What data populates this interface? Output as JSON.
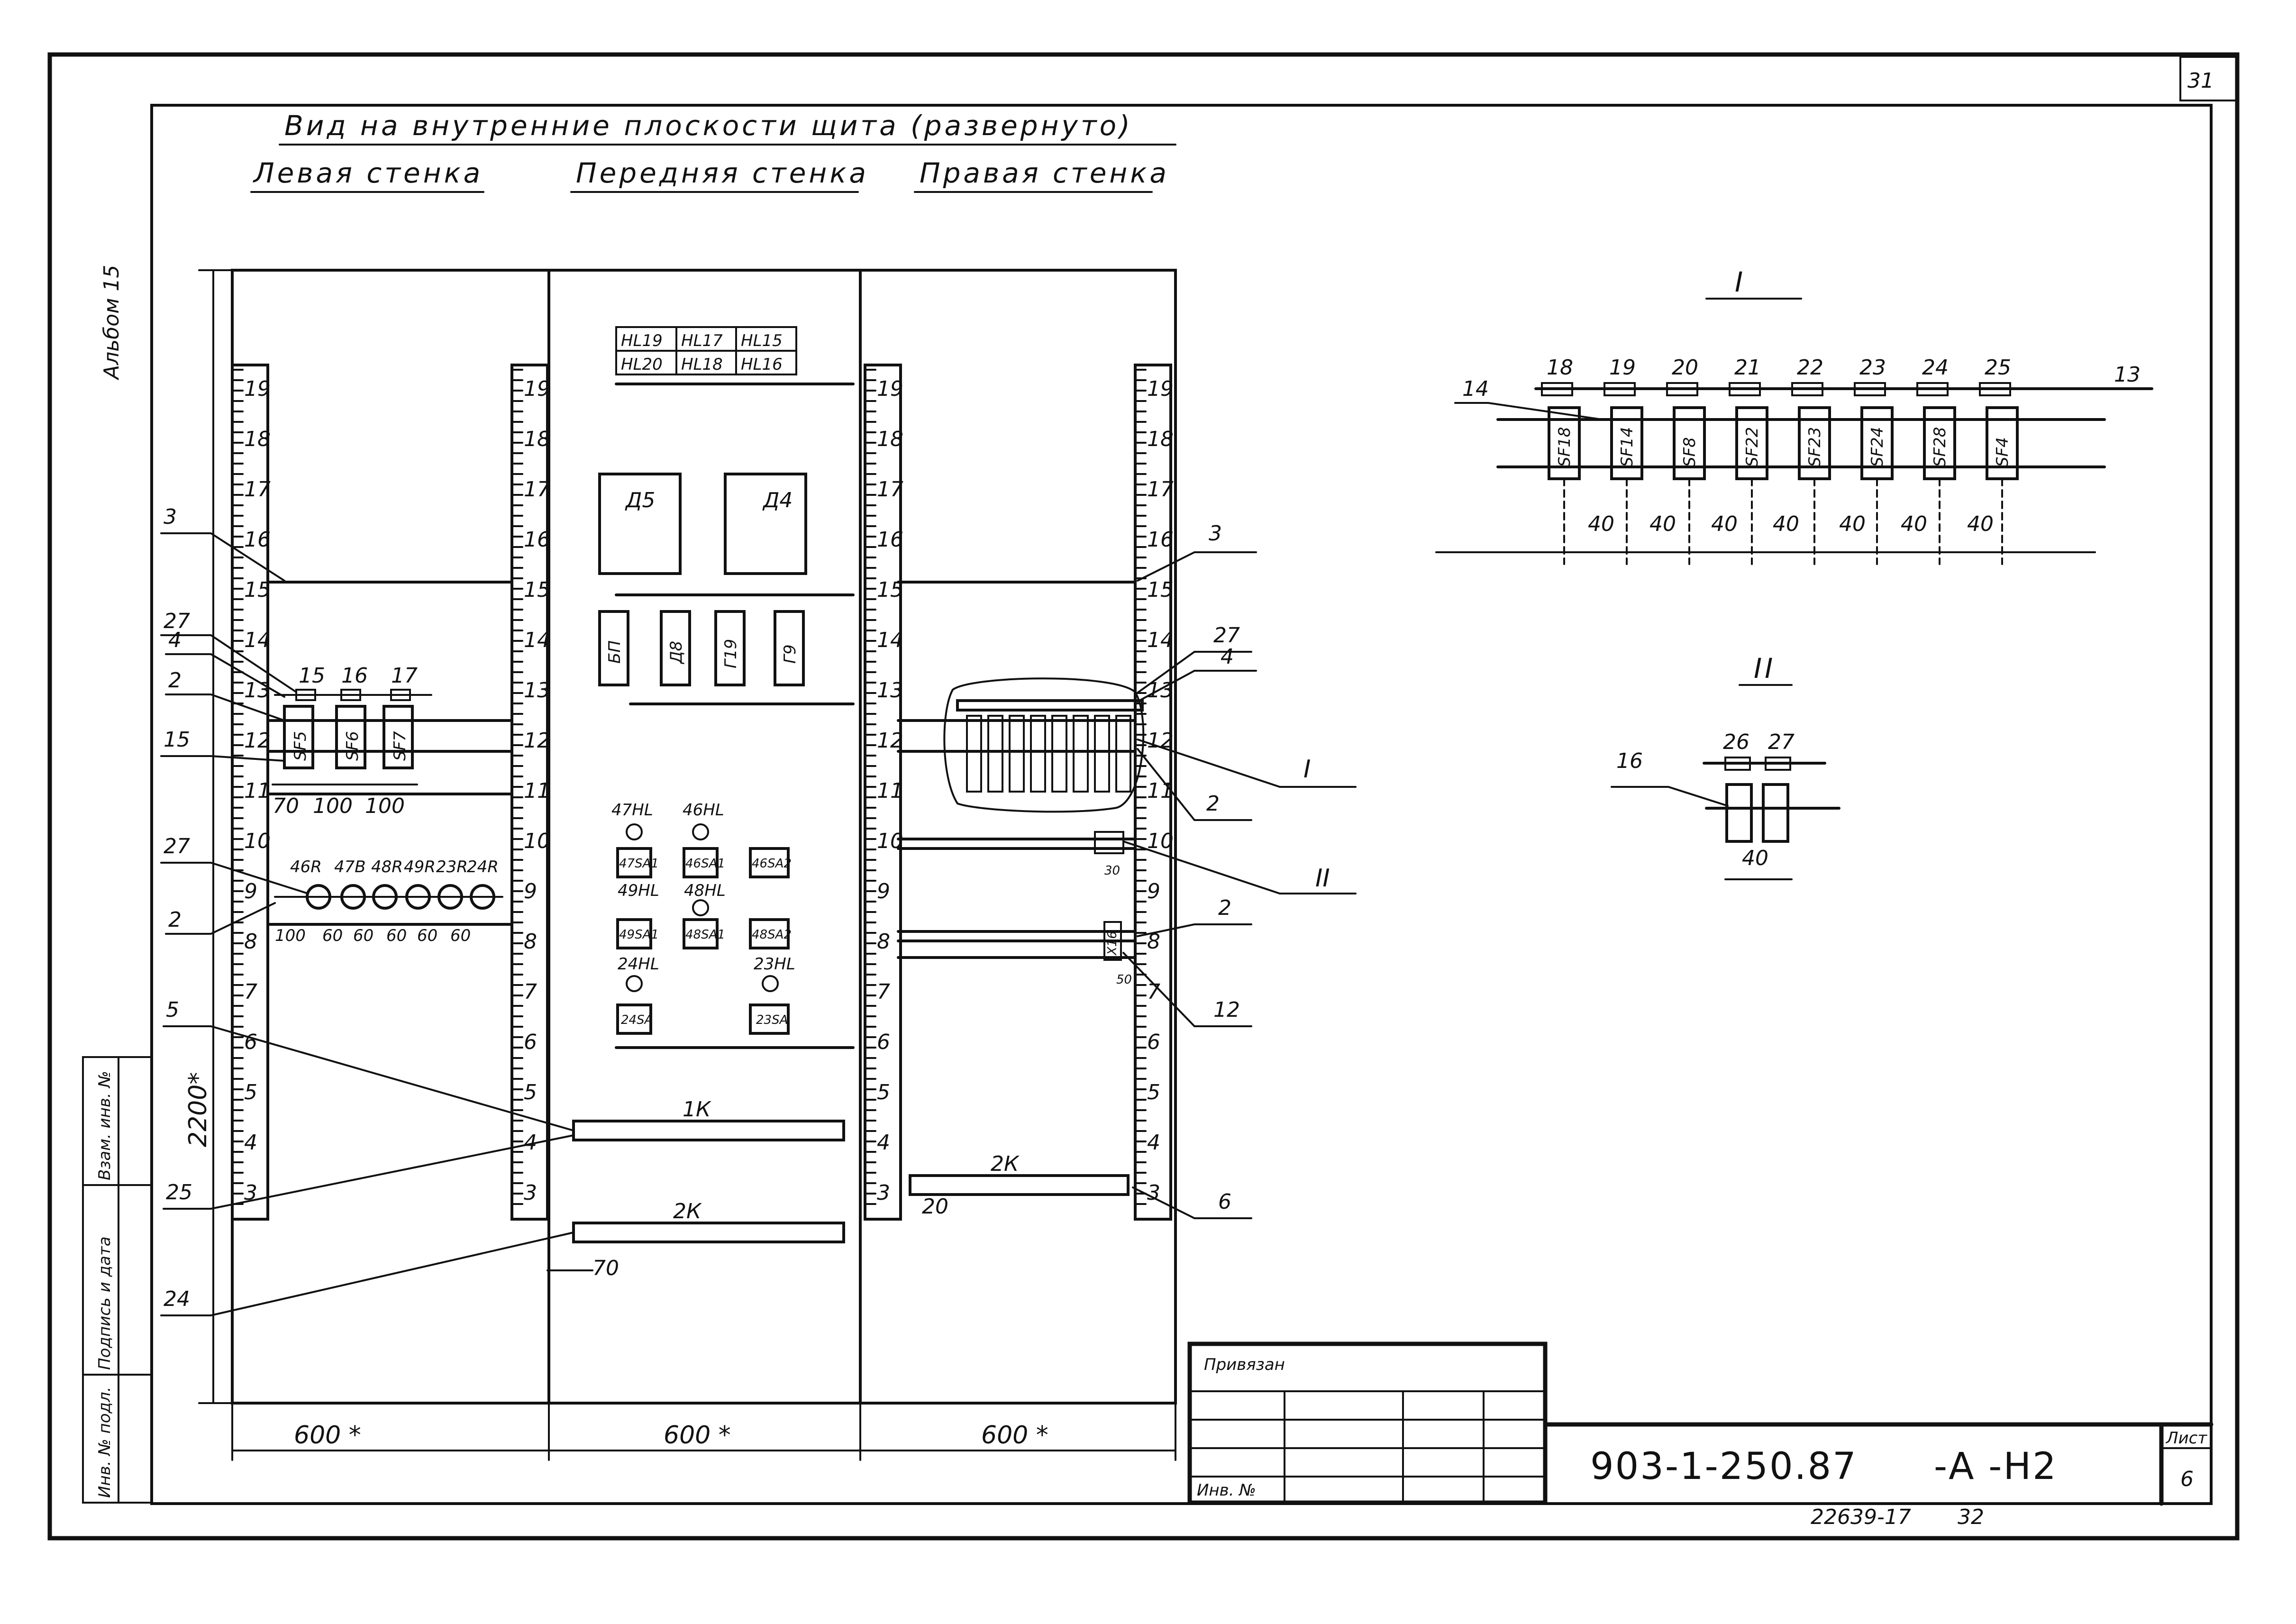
{
  "sheet_number_corner": "31",
  "album_label": "Альбом 15",
  "title": "Вид на внутренние плоскости щита (развернуто)",
  "wall_labels": [
    "Левая стенка",
    "Передняя стенка",
    "Правая стенка"
  ],
  "rail_numbers": [
    "19",
    "18",
    "17",
    "16",
    "15",
    "14",
    "13",
    "12",
    "11",
    "10",
    "9",
    "8",
    "7",
    "6",
    "5",
    "4",
    "3"
  ],
  "overall_height": "2200*",
  "panel_widths": [
    "600 *",
    "600 *",
    "600 *"
  ],
  "left_wall": {
    "callouts": [
      "3",
      "27",
      "4",
      "2",
      "15",
      "27",
      "2",
      "5",
      "25",
      "24"
    ],
    "breaker_positions": [
      "15",
      "16",
      "17"
    ],
    "breakers": [
      "SF5",
      "SF6",
      "SF7"
    ],
    "breaker_spacing": [
      "70",
      "100",
      "100"
    ],
    "lamp_labels": [
      "46R",
      "47B",
      "48R",
      "49R",
      "23R",
      "24R"
    ],
    "lamp_spacing": [
      "100",
      "60",
      "60",
      "60",
      "60",
      "60"
    ]
  },
  "front_wall": {
    "lamp_table": [
      [
        "HL19",
        "HL17",
        "HL15"
      ],
      [
        "HL20",
        "HL18",
        "HL16"
      ]
    ],
    "devices": [
      "Д5",
      "Д4"
    ],
    "relays": [
      "БП",
      "Д8",
      "Г19",
      "Г9"
    ],
    "indicators": [
      "47HL",
      "46HL",
      "49HL",
      "48HL",
      "24HL",
      "23HL"
    ],
    "switches": [
      "47SA1",
      "46SA1",
      "46SA2",
      "49SA1",
      "48SA1",
      "48SA2",
      "24SA",
      "23SA"
    ],
    "ducts": [
      "1К",
      "2К"
    ],
    "duct_offset": "70"
  },
  "right_wall": {
    "callouts": [
      "3",
      "27",
      "4",
      "2",
      "I",
      "II",
      "2",
      "12",
      "6"
    ],
    "duct": "2К",
    "duct_offset": "20",
    "small_dims": [
      "30",
      "50"
    ],
    "item_label": "X16"
  },
  "detail_I": {
    "title": "I",
    "positions": [
      "18",
      "19",
      "20",
      "21",
      "22",
      "23",
      "24",
      "25"
    ],
    "callouts": [
      "14",
      "13"
    ],
    "breakers": [
      "SF18",
      "SF14",
      "SF8",
      "SF22",
      "SF23",
      "SF24",
      "SF28",
      "SF4"
    ],
    "spacing": [
      "40",
      "40",
      "40",
      "40",
      "40",
      "40",
      "40"
    ]
  },
  "detail_II": {
    "title": "II",
    "positions": [
      "26",
      "27"
    ],
    "callout": "16",
    "spacing": "40"
  },
  "title_block": {
    "linked_label": "Привязан",
    "inv_label": "Инв. №",
    "doc_code": "903-1-250.87",
    "doc_suffix": "-А -Н2",
    "sheet_label": "Лист",
    "sheet_number": "6",
    "archive_number": "22639-17",
    "page_number": "32"
  },
  "side_stamp": [
    "Инв. № подл.",
    "Подпись и дата",
    "Взам. инв. №"
  ]
}
